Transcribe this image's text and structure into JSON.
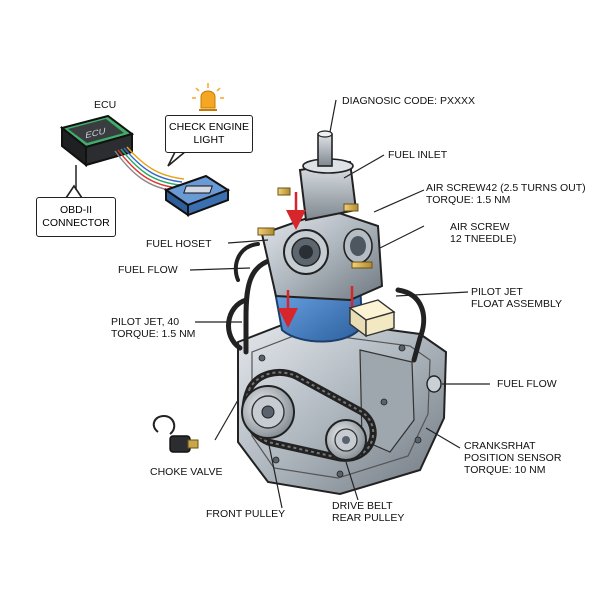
{
  "labels": {
    "ecu": "ECU",
    "ecu_chip": "ECU",
    "check_engine": "CHECK ENGINE\nLIGHT",
    "obd": "OBD-II\nCONNECTOR",
    "diagnostic": "DIAGNOSIC CODE: PXXXX",
    "fuel_inlet": "FUEL INLET",
    "air_screw_a": "AIR SCREW42 (2.5 TURNS OUT)\nTORQUE: 1.5 NM",
    "air_screw_b": "AIR SCREW\n12 TNEEDLE)",
    "fuel_hose": "FUEL HOSET",
    "fuel_flow_left": "FUEL FLOW",
    "pilot_jet_float": "PILOT JET\nFLOAT ASSEMBLY",
    "pilot_jet_40": "PILOT JET, 40\nTORQUE: 1.5 NM",
    "fuel_flow_right": "FUEL FLOW",
    "choke": "CHOKE VALVE",
    "crank": "CRANKSRHAT\nPOSITION SENSOR\nTORQUE: 10 NM",
    "front_pulley": "FRONT PULLEY",
    "drive_belt": "DRIVE BELT\nREAR PULLEY"
  },
  "colors": {
    "warning": "#f5a623",
    "ecu_body": "#2b2b2b",
    "ecu_accent": "#3fae6b",
    "connector": "#4a7fc1",
    "metal": "#b9c0c7",
    "bowl": "#3f7fc9",
    "arrow_red": "#d7262b"
  }
}
